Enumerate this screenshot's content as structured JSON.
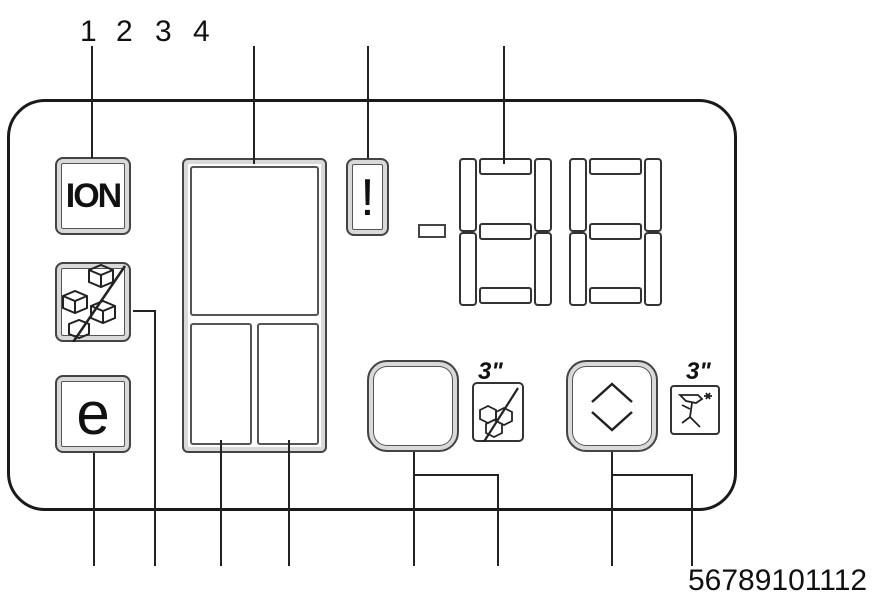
{
  "callouts": {
    "top": [
      "1",
      "2",
      "3",
      "4"
    ],
    "bottom": "56789101112"
  },
  "panel": {
    "ion_label": "ION",
    "warning_symbol": "!",
    "dash_symbol": "-",
    "energy_symbol": "e",
    "timer_label_left": "3\"",
    "timer_label_right": "3\"",
    "icons": [
      "ion-icon",
      "ice-blocked-icon",
      "energy-icon",
      "warning-icon",
      "seven-segment-display",
      "ice-timer-icon",
      "arrows-icon",
      "child-lock-timer-icon"
    ]
  },
  "colors": {
    "line": "#1a1a1a",
    "bezel": "#d9d9d9"
  }
}
